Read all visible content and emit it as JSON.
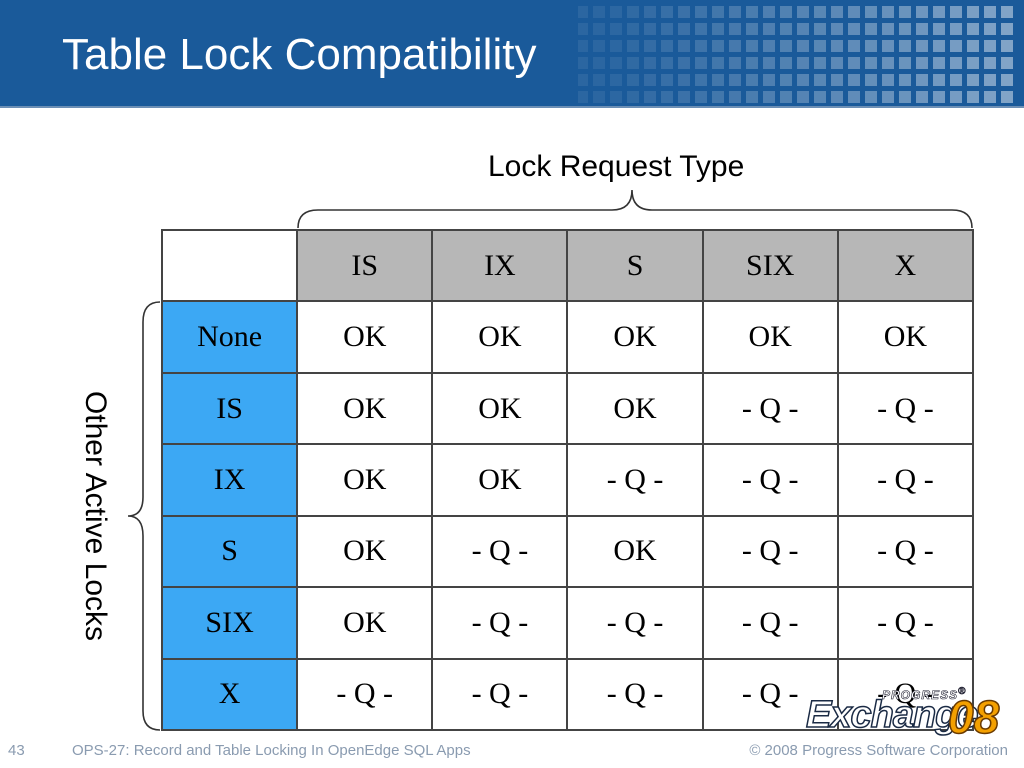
{
  "slide": {
    "title": "Table Lock Compatibility",
    "column_axis_label": "Lock Request Type",
    "row_axis_label": "Other Active Locks"
  },
  "table": {
    "column_headers": [
      "IS",
      "IX",
      "S",
      "SIX",
      "X"
    ],
    "rows": [
      {
        "header": "None",
        "cells": [
          "OK",
          "OK",
          "OK",
          "OK",
          "OK"
        ]
      },
      {
        "header": "IS",
        "cells": [
          "OK",
          "OK",
          "OK",
          "- Q -",
          "- Q -"
        ]
      },
      {
        "header": "IX",
        "cells": [
          "OK",
          "OK",
          "- Q -",
          "- Q -",
          "- Q -"
        ]
      },
      {
        "header": "S",
        "cells": [
          "OK",
          "- Q -",
          "OK",
          "- Q -",
          "- Q -"
        ]
      },
      {
        "header": "SIX",
        "cells": [
          "OK",
          "- Q -",
          "- Q -",
          "- Q -",
          "- Q -"
        ]
      },
      {
        "header": "X",
        "cells": [
          "- Q -",
          "- Q -",
          "- Q -",
          "- Q -",
          "- Q -"
        ]
      }
    ]
  },
  "footer": {
    "slide_number": "43",
    "course": "OPS-27: Record and Table Locking In OpenEdge SQL Apps",
    "copyright": "© 2008 Progress Software Corporation"
  },
  "logo": {
    "brand": "PROGRESS",
    "registered_mark": "®",
    "name": "Exchange",
    "year": "08"
  },
  "colors": {
    "header_bar": "#1a5a9a",
    "column_header_bg": "#b7b7b7",
    "row_header_bg": "#3ca8f4",
    "footer_text": "#8a9bb0",
    "logo_accent": "#f4a000"
  }
}
